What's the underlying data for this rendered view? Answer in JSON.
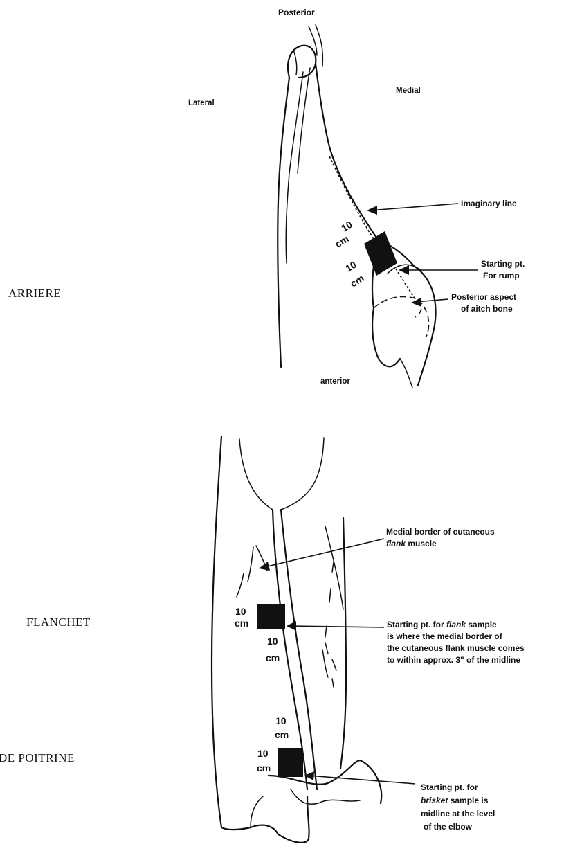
{
  "figure": {
    "top": {
      "section_label": "ARRIERE",
      "orientation": {
        "posterior": "Posterior",
        "lateral": "Lateral",
        "medial": "Medial",
        "anterior": "anterior"
      },
      "annotations": {
        "imaginary_line": "Imaginary line",
        "starting_pt_line1": "Starting pt.",
        "starting_pt_line2": "For rump",
        "posterior_aspect_line1": "Posterior aspect",
        "posterior_aspect_line2": "of aitch bone"
      },
      "dimensions": {
        "upper_value": "10",
        "upper_unit": "cm",
        "lower_value": "10",
        "lower_unit": "cm"
      }
    },
    "bottom": {
      "flank_label": "FLANCHET",
      "brisket_label": "DE POITRINE",
      "annotations": {
        "medial_border_line1": "Medial border of cutaneous",
        "medial_border_line2_italic": "flank",
        "medial_border_line2_rest": " muscle",
        "flank_start_line1_pre": "Starting pt. for ",
        "flank_start_line1_italic": "flank",
        "flank_start_line1_post": " sample",
        "flank_start_line2": "is where the medial border of",
        "flank_start_line3": "the cutaneous flank muscle comes",
        "flank_start_line4": "to within approx. 3\" of the midline",
        "brisket_start_line1": "Starting pt. for",
        "brisket_start_line2_italic": "brisket",
        "brisket_start_line2_rest": " sample  is",
        "brisket_start_line3": "midline at the level",
        "brisket_start_line4": "of the elbow"
      },
      "flank_dimensions": {
        "side_value": "10",
        "side_unit": "cm",
        "below_value": "10",
        "below_unit": "cm"
      },
      "brisket_dimensions": {
        "upper_value": "10",
        "upper_unit": "cm",
        "side_value": "10",
        "side_unit": "cm"
      }
    }
  }
}
